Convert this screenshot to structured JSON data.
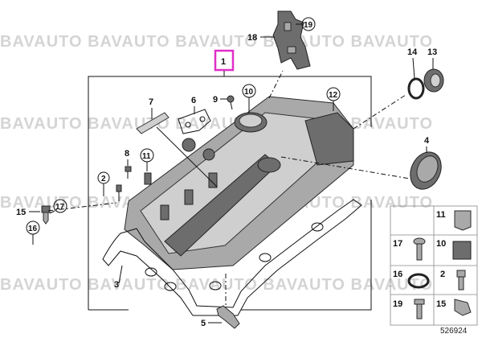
{
  "watermark": {
    "rows": [
      "BAVAUTO BAVAUTO BAVAUTO BAVAUTO BAVAUTO",
      "BAVAUTO BAVAUTO BAVAUTO BAVAUTO BAVAUTO",
      "BAVAUTO BAVAUTO BAVAUTO BAVAUTO BAVAUTO",
      "BAVAUTO BAVAUTO BAVAUTO BAVAUTO BAVAUTO"
    ]
  },
  "callouts": {
    "main": "1",
    "c2": "2",
    "c3": "3",
    "c4": "4",
    "c5": "5",
    "c6": "6",
    "c7": "7",
    "c8": "8",
    "c9": "9",
    "c10": "10",
    "c11": "11",
    "c12": "12",
    "c13": "13",
    "c14": "14",
    "c15": "15",
    "c16": "16",
    "c17": "17",
    "c18": "18",
    "c19": "19"
  },
  "legend": {
    "row1_right": "11",
    "row2_left": "17",
    "row2_right": "10",
    "row3_left": "16",
    "row3_right": "2",
    "row4_left": "19",
    "row4_right": "15"
  },
  "diagram_number": "526924",
  "colors": {
    "highlight": "#e02ec8",
    "part": "#a9a9a9",
    "watermark": "#d4d4d4"
  }
}
